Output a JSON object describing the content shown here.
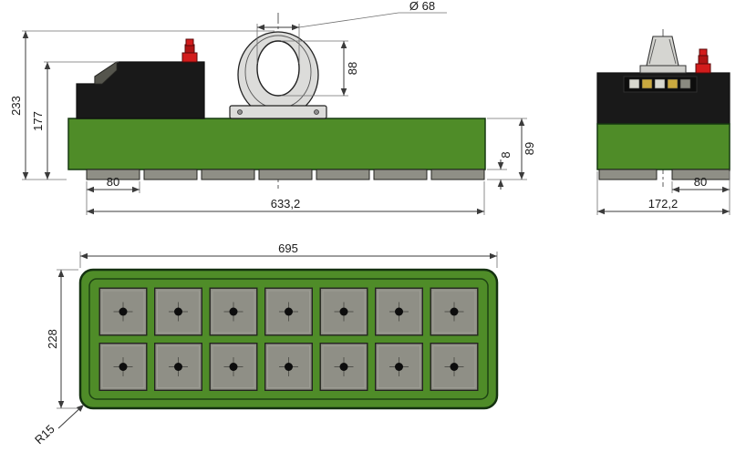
{
  "title": "lifting-magnet-technical-drawing",
  "colors": {
    "body_green": "#4f8c28",
    "body_green_dark": "#163911",
    "housing_black": "#191919",
    "pad_gray": "#8f8f86",
    "pad_border": "#23231f",
    "metal_light": "#dcdcda",
    "cable_gland_red": "#d31c1c",
    "dim_line": "#3b3b3b",
    "dim_text": "#191919"
  },
  "front_view": {
    "dims": {
      "overall_height": "233",
      "housing_height": "177",
      "eye_hole_diameter": "Ø 68",
      "eye_hole_height": "88",
      "pad_thickness": "8",
      "base_height": "89",
      "pad_width": "80",
      "pad_row_span": "633,2"
    }
  },
  "side_view": {
    "dims": {
      "pad_width": "80",
      "overall_depth": "172,2"
    }
  },
  "bottom_view": {
    "dims": {
      "overall_length": "695",
      "overall_width": "228",
      "corner_radius": "R15"
    }
  }
}
